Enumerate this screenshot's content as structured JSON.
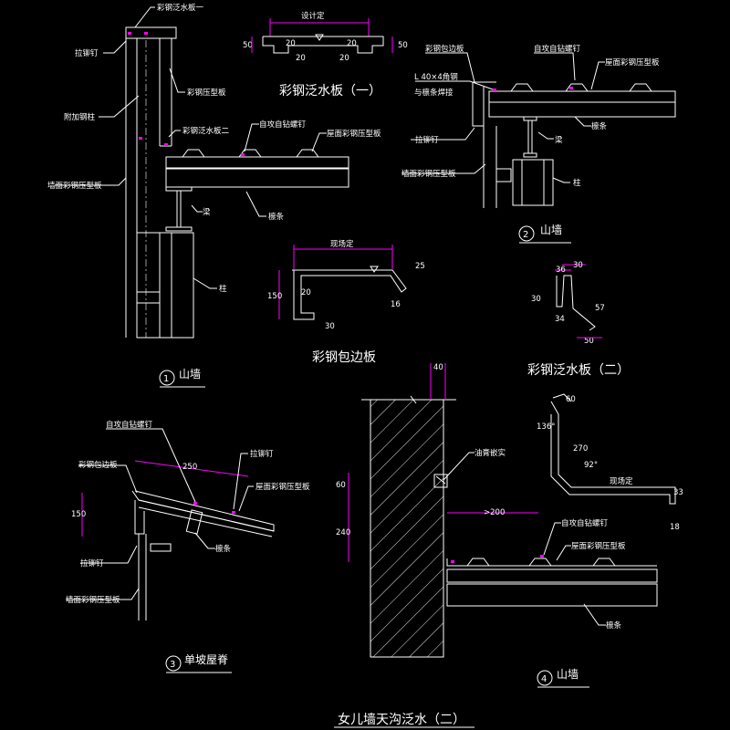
{
  "labels": {
    "top_flashing1": "彩钢泛水板一",
    "rivet_1": "拉铆钉",
    "profiled_1": "彩钢压型板",
    "add_column": "附加钢柱",
    "flashing2_1": "彩钢泛水板二",
    "selftap_1": "自攻自钻螺钉",
    "roof_plate_1": "屋面彩钢压型板",
    "wall_plate_1": "墙面彩钢压型板",
    "beam_1": "梁",
    "purlin_1": "檩条",
    "column_1": "柱",
    "edge_2": "彩钢包边板",
    "selftap_2": "自攻自钻螺钉",
    "roof_plate_2": "屋面彩钢压型板",
    "angle_2": "L 40×4角钢",
    "angle_2b": "与檩条焊接",
    "rivet_2": "拉铆钉",
    "purlin_2": "檩条",
    "beam_2": "梁",
    "wall_plate_2": "墙面彩钢压型板",
    "column_2": "柱",
    "selftap_3": "自攻自钻螺钉",
    "edge_3": "彩钢包边板",
    "rivet_3a": "拉铆钉",
    "roof_plate_3": "屋面彩钢压型板",
    "purlin_3": "檩条",
    "rivet_3b": "拉铆钉",
    "wall_plate_3": "墙面彩钢压型板",
    "sealant_4": "油膏嵌实",
    "selftap_4": "自攻自钻螺钉",
    "roof_plate_4": "屋面彩钢压型板",
    "purlin_4": "檩条"
  },
  "titles": {
    "flashing1": "彩钢泛水板（一）",
    "flashing2": "彩钢泛水板（二）",
    "edge_board": "彩钢包边板",
    "gable2": "山墙",
    "gable1": "山墙",
    "ridge3": "单坡屋脊",
    "gable4": "山墙",
    "main": "女儿墙天沟泛水（二）"
  },
  "circles": {
    "n1": "1",
    "n2": "2",
    "n3": "3",
    "n4": "4"
  },
  "dims": {
    "f1_top": "设计定",
    "f1_a": "20",
    "f1_b": "20",
    "f1_c": "20",
    "f1_d": "20",
    "f1_h1": "50",
    "f1_h2": "50",
    "edge_top": "现场定",
    "edge_h": "150",
    "edge_20": "20",
    "edge_30": "30",
    "edge_16": "16",
    "edge_25": "25",
    "f2_36": "36",
    "f2_30a": "30",
    "f2_30b": "30",
    "f2_34": "34",
    "f2_57": "57",
    "f2_50": "50",
    "d3_250": "250",
    "d3_150": "150",
    "d4_40": "40",
    "d4_60": "60",
    "d4_240": "240",
    "d4_200": ">200",
    "g_60": "60",
    "g_136": "136°",
    "g_270": "270",
    "g_92": "92°",
    "g_site": "现场定",
    "g_33": "33",
    "g_18": "18"
  }
}
